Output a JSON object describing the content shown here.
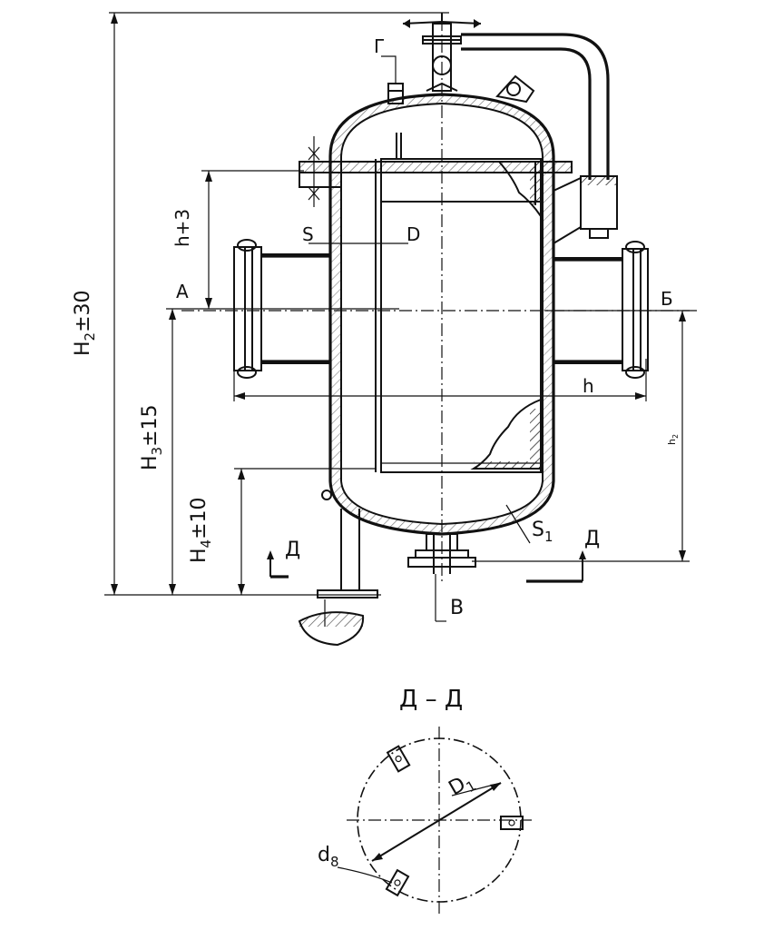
{
  "labels": {
    "g": "Г",
    "h_tol": "h+3",
    "s": "S",
    "d": "D",
    "a": "А",
    "b": "Б",
    "h": "h",
    "h2_small": "h",
    "h2_small_sub": "2",
    "h2_big": "H",
    "h2_big_sub": "2",
    "h2_big_tol": "±30",
    "h3": "H",
    "h3_sub": "3",
    "h3_tol": "±15",
    "h4": "H",
    "h4_sub": "4",
    "h4_tol": "±10",
    "d_left": "Д",
    "d_right": "Д",
    "s1": "S",
    "s1_sub": "1",
    "v": "В",
    "section_title": "Д – Д",
    "d1": "D",
    "d1_sub": "1",
    "d8": "d",
    "d8_sub": "8"
  }
}
